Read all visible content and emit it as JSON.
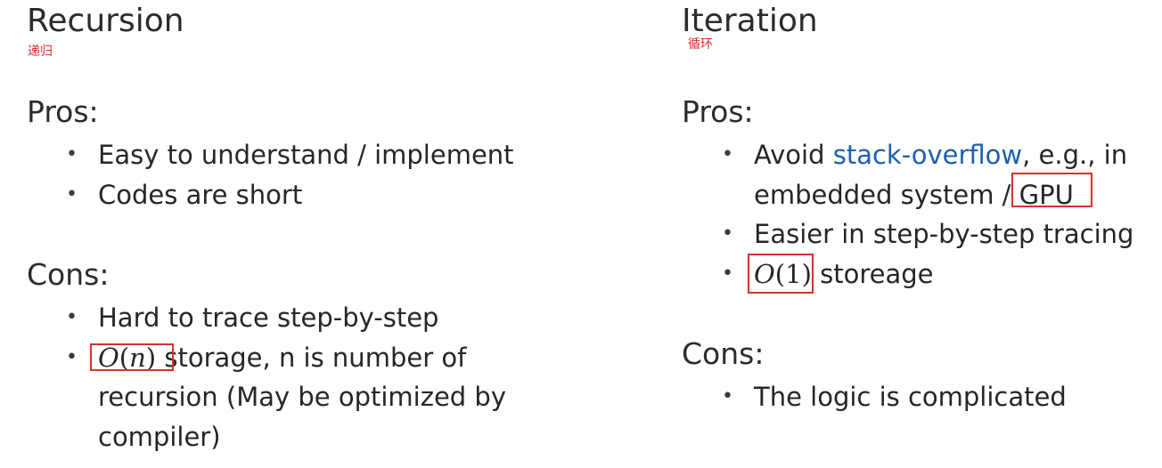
{
  "recursion": {
    "title": "Recursion",
    "title_annotation": "递归",
    "pros_heading": "Pros:",
    "pros": [
      "Easy to understand / implement",
      "Codes are short"
    ],
    "cons_heading": "Cons:",
    "cons": [
      "Hard to trace step-by-step",
      {
        "math_O": "O",
        "math_open": "(",
        "math_var": "n",
        "math_close": ")",
        "rest_line1": " storage, n is number of",
        "line2": "recursion (May be optimized by",
        "line3": "compiler)"
      }
    ]
  },
  "iteration": {
    "title": "Iteration",
    "title_annotation": "循环",
    "pros_heading": "Pros:",
    "pros": [
      {
        "prefix": "Avoid ",
        "link": "stack-overflow",
        "suffix": ", e.g., in",
        "line2": "embedded system / GPU"
      },
      "Easier in step-by-step tracing",
      {
        "math_O": "O",
        "math_open": "(",
        "math_num": "1",
        "math_close": ")",
        "rest": " storeage"
      }
    ],
    "cons_heading": "Cons:",
    "cons": [
      "The logic is complicated"
    ]
  },
  "bullet_glyph": "•",
  "colors": {
    "text": "#262626",
    "annotation": "#d62a2a",
    "highlight_box": "#d9302b",
    "link": "#1f5fae"
  }
}
